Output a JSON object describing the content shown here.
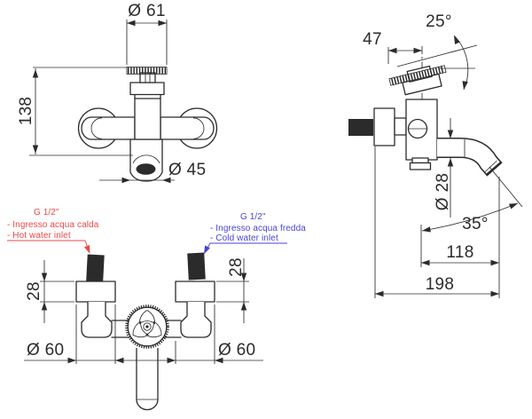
{
  "colors": {
    "line": "#2b2b2b",
    "hot_accent": "#ef4747",
    "cold_accent": "#4745d2"
  },
  "views": {
    "front": {
      "dims": {
        "handle_diameter": "Ø 61",
        "height": "138",
        "spout_diameter": "Ø 45"
      }
    },
    "side": {
      "dims": {
        "handle_offset": "47",
        "handle_angle": "25°",
        "spout_tube_diameter": "Ø 28",
        "spout_angle": "35°",
        "spout_reach": "118",
        "total_depth": "198"
      }
    },
    "bottom": {
      "dims": {
        "flange_depth_left": "28",
        "flange_depth_right": "28",
        "flange_diameter_left": "Ø 60",
        "flange_diameter_right": "Ø 60"
      },
      "hot_label": {
        "thread": "G 1/2\"",
        "line1": "- Ingresso acqua calda",
        "line2": "- Hot water inlet"
      },
      "cold_label": {
        "thread": "G 1/2\"",
        "line1": "- Ingresso acqua fredda",
        "line2": "- Cold water inlet"
      }
    }
  }
}
